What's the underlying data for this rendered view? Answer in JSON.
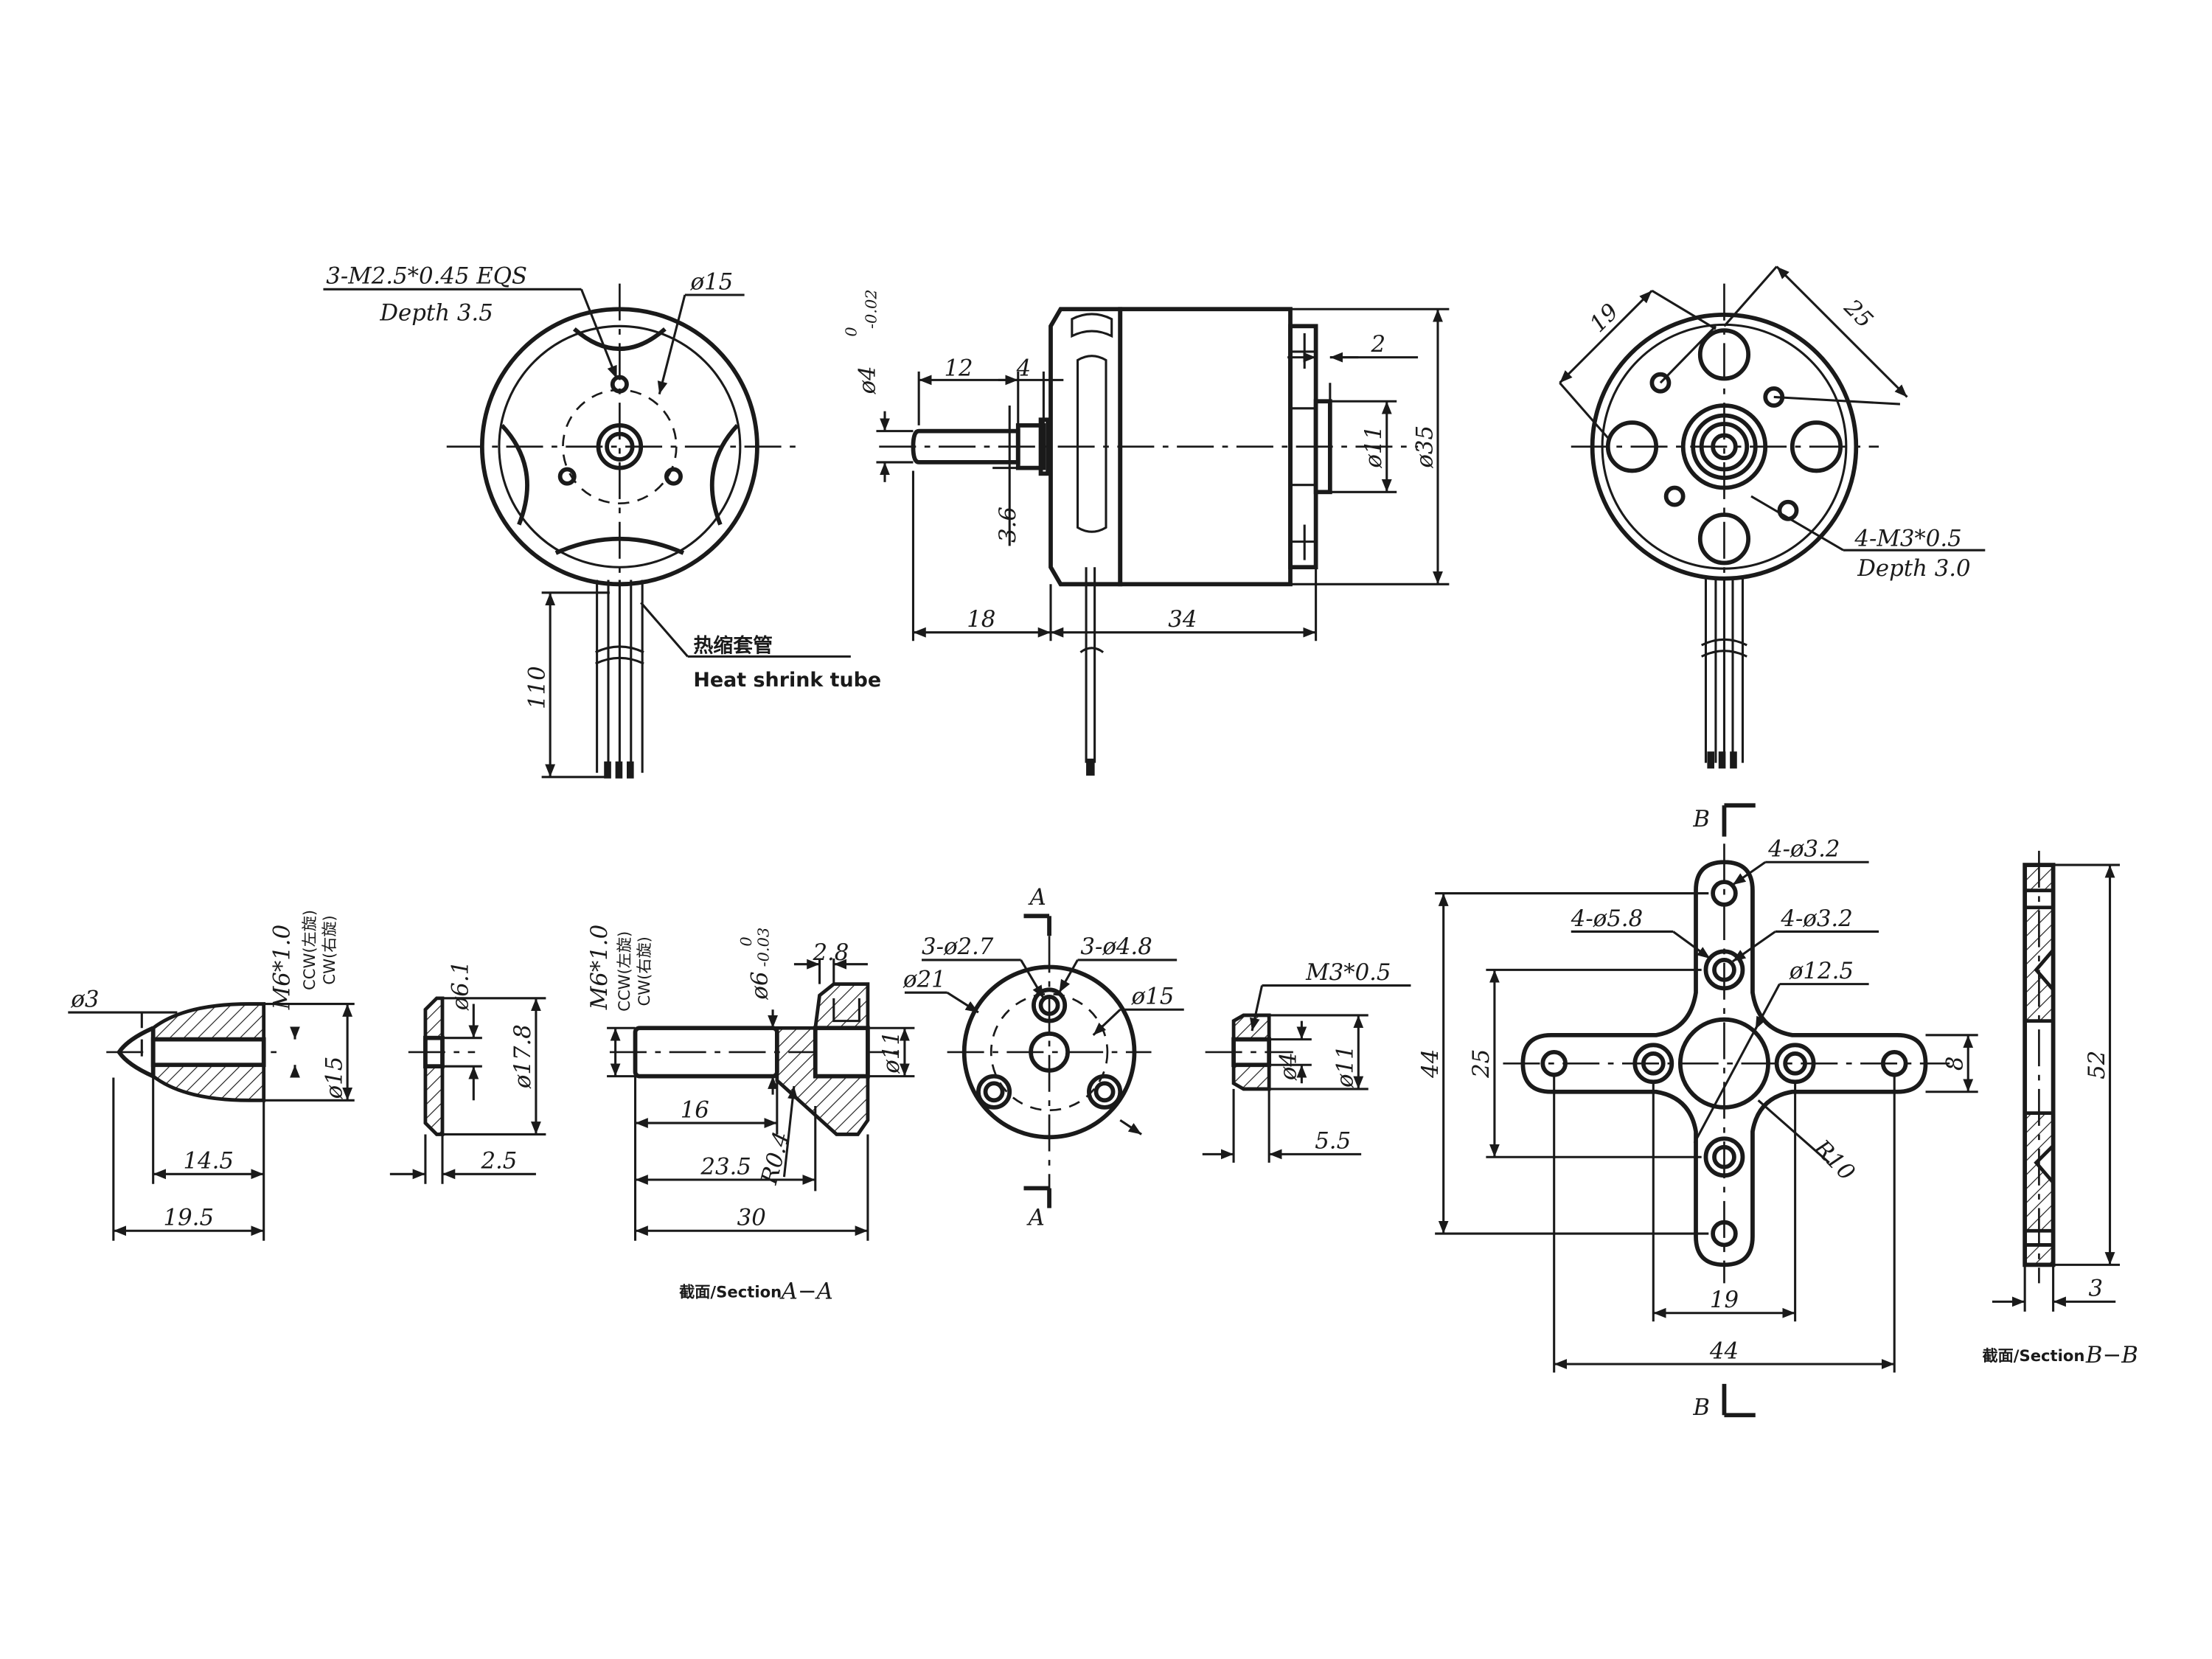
{
  "front_view": {
    "thread_callout": "3-M2.5*0.45 EQS",
    "thread_depth": "Depth 3.5",
    "pcd": "ø15",
    "lead_length": "110",
    "sleeve_cn": "热缩套管",
    "sleeve_en": "Heat shrink tube"
  },
  "side_view": {
    "shaft_dia": "ø4",
    "shaft_tol_upper": "0",
    "shaft_tol_lower": "-0.02",
    "shaft_len": "12",
    "collar_len": "4",
    "flange_offset": "3.6",
    "ext_len": "18",
    "body_len": "34",
    "boss_len": "2",
    "boss_dia": "ø11",
    "body_dia": "ø35"
  },
  "rear_view": {
    "spacing_a": "19",
    "spacing_b": "25",
    "thread_callout": "4-M3*0.5",
    "thread_depth": "Depth 3.0"
  },
  "spinner": {
    "tip_dia": "ø3",
    "thread": "M6*1.0",
    "ccw": "CCW(左旋)",
    "cw": "CW(右旋)",
    "base_dia": "ø15",
    "inner_len": "14.5",
    "total_len": "19.5"
  },
  "washer": {
    "bore_dia": "ø6.1",
    "outer_dia": "ø17.8",
    "thickness": "2.5"
  },
  "prop_adapter": {
    "thread": "M6*1.0",
    "ccw": "CCW(左旋)",
    "cw": "CW(右旋)",
    "bore_dia": "ø6",
    "bore_tol_upper": "0",
    "bore_tol_lower": "-0.03",
    "flange_len": "2.8",
    "hub_dia": "ø11",
    "thread_len": "16",
    "radius": "R0.4",
    "mid_len": "23.5",
    "total_len": "30",
    "section_label": "截面/Section",
    "section_id": "A−A"
  },
  "adapter_face": {
    "holes_small": "3-ø2.7",
    "holes_large": "3-ø4.8",
    "outer_dia": "ø21",
    "pcd": "ø15",
    "section_mark": "A"
  },
  "nut": {
    "thread": "M3*0.5",
    "inner_dia": "ø4",
    "outer_dia": "ø11",
    "length": "5.5"
  },
  "mount": {
    "holes_outer": "4-ø3.2",
    "holes_mid": "4-ø5.8",
    "holes_inner": "4-ø3.2",
    "center_dia": "ø12.5",
    "span_y": "44",
    "pitch_y": "25",
    "arm_width": "8",
    "radius": "R10",
    "pitch_x": "19",
    "span_x": "44",
    "section_mark": "B"
  },
  "mount_section": {
    "height": "52",
    "thickness": "3",
    "section_label": "截面/Section",
    "section_id": "B−B"
  }
}
